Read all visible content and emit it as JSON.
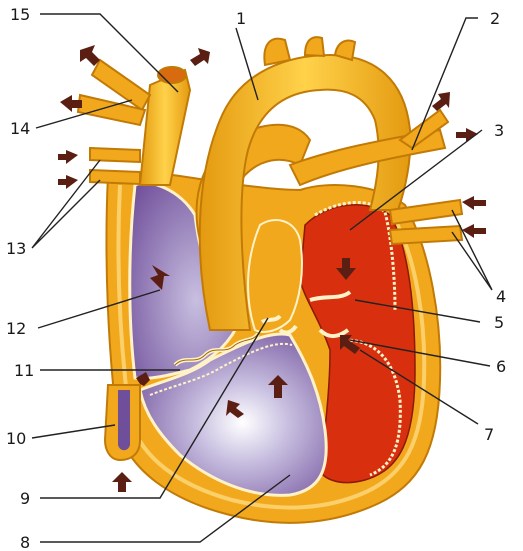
{
  "colors": {
    "vessel": "#f2b01e",
    "vessel_edge": "#c27a06",
    "oxygenated": "#d8300f",
    "deoxygenated": "#6f4e9a",
    "deoxy_light": "#c8bfe0",
    "arrow": "#5b1e12"
  },
  "labels": [
    {
      "id": "label-1",
      "text": "1"
    },
    {
      "id": "label-2",
      "text": "2"
    },
    {
      "id": "label-3",
      "text": "3"
    },
    {
      "id": "label-4",
      "text": "4"
    },
    {
      "id": "label-5",
      "text": "5"
    },
    {
      "id": "label-6",
      "text": "6"
    },
    {
      "id": "label-7",
      "text": "7"
    },
    {
      "id": "label-8",
      "text": "8"
    },
    {
      "id": "label-9",
      "text": "9"
    },
    {
      "id": "label-10",
      "text": "10"
    },
    {
      "id": "label-11",
      "text": "11"
    },
    {
      "id": "label-12",
      "text": "12"
    },
    {
      "id": "label-13",
      "text": "13"
    },
    {
      "id": "label-14",
      "text": "14"
    },
    {
      "id": "label-15",
      "text": "15"
    }
  ],
  "icons": {
    "flow_arrow": "arrow-icon"
  }
}
